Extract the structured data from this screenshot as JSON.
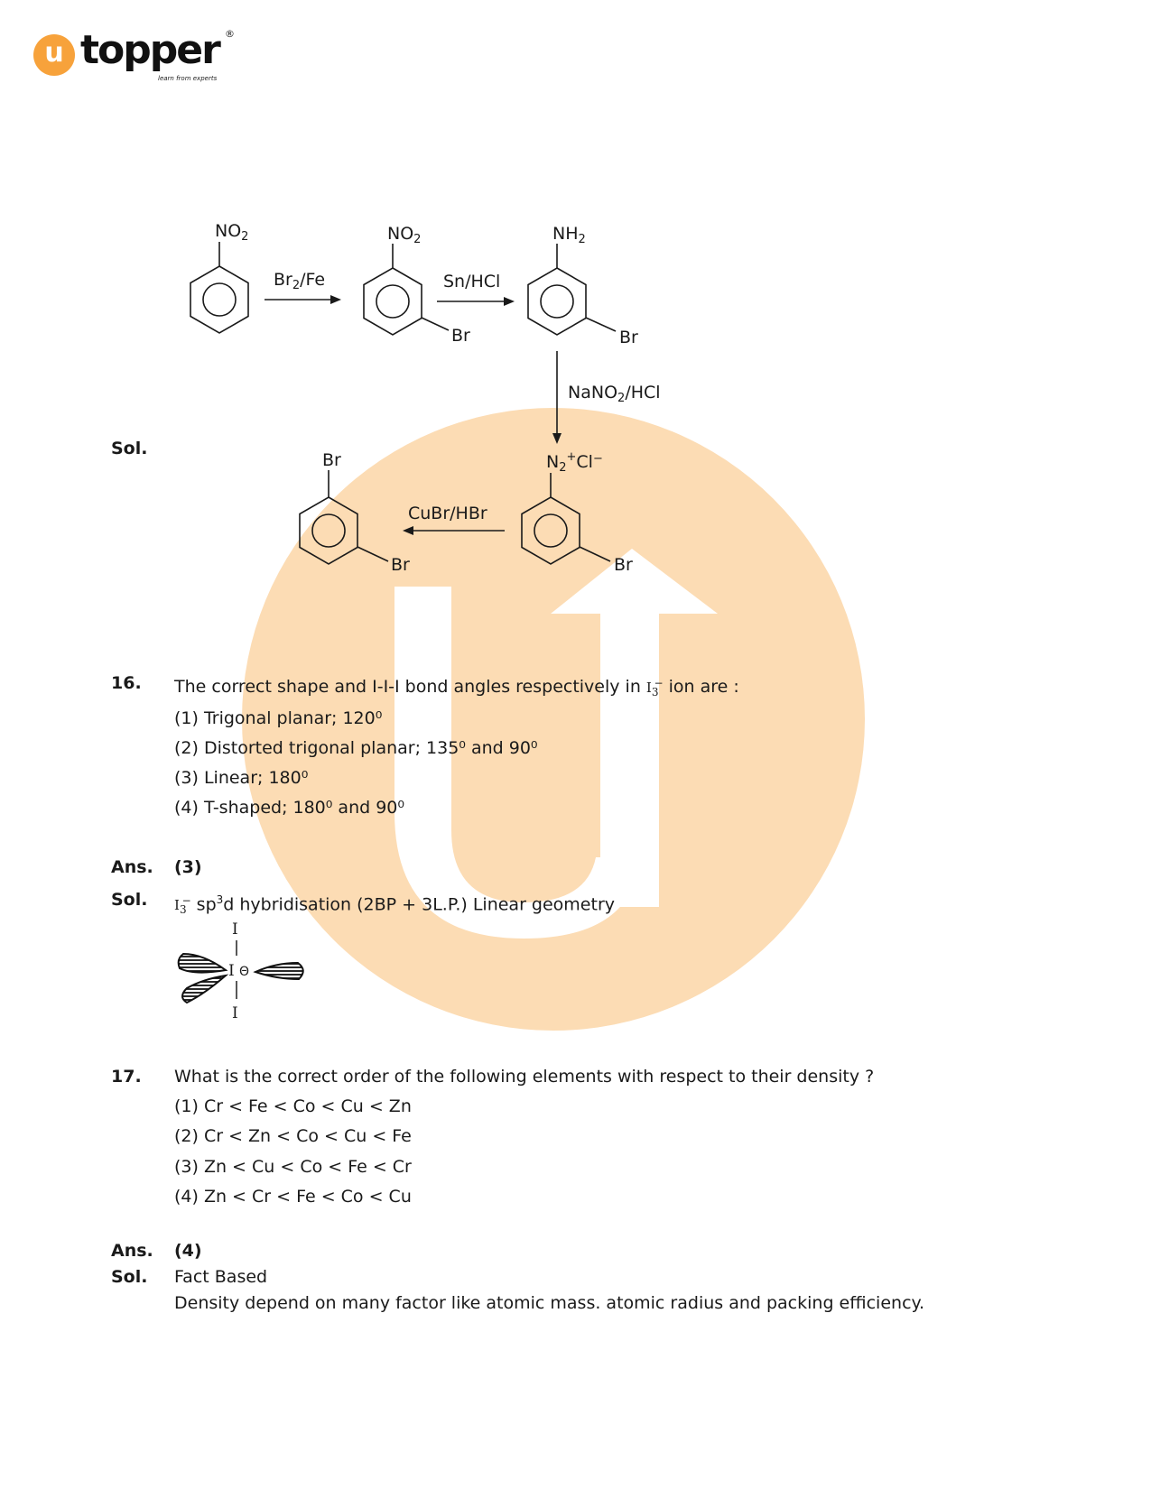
{
  "logo": {
    "brand": "topper",
    "tagline": "learn from experts",
    "registered": "®",
    "badge_letter": "u"
  },
  "colors": {
    "accent": "#f7a23b",
    "watermark": "#fcdcb4",
    "ink": "#1a1a1a"
  },
  "q15_solution": {
    "label": "Sol.",
    "compounds": {
      "c1_group": "NO",
      "c1_group_sub": "2",
      "c2_group": "NO",
      "c2_group_sub": "2",
      "c2_br": "Br",
      "c3_group": "NH",
      "c3_group_sub": "2",
      "c3_br": "Br",
      "c4_group": "N",
      "c4_group_sub": "2",
      "c4_group_sup": "+",
      "c4_counter": "Cl",
      "c4_counter_sup": "−",
      "c4_br": "Br",
      "c5_top": "Br",
      "c5_br": "Br"
    },
    "reagents": {
      "r1": "Br",
      "r1_sub": "2",
      "r1_rest": "/Fe",
      "r2": "Sn/HCl",
      "r3": "NaNO",
      "r3_sub": "2",
      "r3_rest": "/HCl",
      "r4": "CuBr/HBr"
    }
  },
  "q16": {
    "number": "16.",
    "question_pre": "The correct shape and I-I-I bond angles respectively in ",
    "ion": "I",
    "ion_sub": "3",
    "ion_sup": "−",
    "question_post": " ion are :",
    "options": [
      "(1) Trigonal planar; 120⁰",
      "(2) Distorted trigonal planar; 135⁰ and 90⁰",
      "(3) Linear; 180⁰",
      "(4) T-shaped; 180⁰ and 90⁰"
    ],
    "ans_label": "Ans.",
    "answer": "(3)",
    "sol_label": "Sol.",
    "sol_ion": "I",
    "sol_ion_sub": "3",
    "sol_ion_sup": "−",
    "sol_sp": " sp",
    "sol_sp_sup": "3",
    "sol_rest": "d hybridisation (2BP + 3L.P.) Linear geometry",
    "diagram": {
      "top_atom": "I",
      "center_atom": "I",
      "charge": "Θ",
      "bottom_atom": "I"
    }
  },
  "q17": {
    "number": "17.",
    "question": "What is the correct order of the following elements with respect to their density ?",
    "options": [
      "(1) Cr < Fe < Co < Cu < Zn",
      "(2) Cr < Zn < Co < Cu < Fe",
      "(3) Zn < Cu < Co < Fe < Cr",
      "(4) Zn < Cr < Fe < Co < Cu"
    ],
    "ans_label": "Ans.",
    "answer": "(4)",
    "sol_label": "Sol.",
    "sol_line1": "Fact Based",
    "sol_line2": "Density depend on many factor like atomic mass. atomic radius and packing efficiency."
  }
}
